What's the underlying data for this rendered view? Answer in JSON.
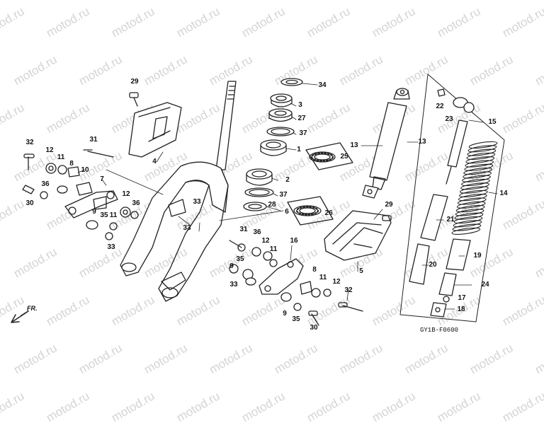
{
  "watermark": "motod.ru",
  "diagram_code": "GY1B-F0600",
  "front_marker": "FR.",
  "callouts": [
    {
      "id": "c-34",
      "text": "34"
    },
    {
      "id": "c-3",
      "text": "3"
    },
    {
      "id": "c-27",
      "text": "27"
    },
    {
      "id": "c-37a",
      "text": "37"
    },
    {
      "id": "c-1",
      "text": "1"
    },
    {
      "id": "c-25",
      "text": "25"
    },
    {
      "id": "c-2",
      "text": "2"
    },
    {
      "id": "c-37b",
      "text": "37"
    },
    {
      "id": "c-28",
      "text": "28"
    },
    {
      "id": "c-6",
      "text": "6"
    },
    {
      "id": "c-26",
      "text": "26"
    },
    {
      "id": "c-13a",
      "text": "13"
    },
    {
      "id": "c-13b",
      "text": "13"
    },
    {
      "id": "c-22",
      "text": "22"
    },
    {
      "id": "c-23",
      "text": "23"
    },
    {
      "id": "c-15",
      "text": "15"
    },
    {
      "id": "c-14",
      "text": "14"
    },
    {
      "id": "c-21",
      "text": "21"
    },
    {
      "id": "c-19",
      "text": "19"
    },
    {
      "id": "c-20",
      "text": "20"
    },
    {
      "id": "c-24",
      "text": "24"
    },
    {
      "id": "c-17",
      "text": "17"
    },
    {
      "id": "c-18",
      "text": "18"
    },
    {
      "id": "c-29a",
      "text": "29"
    },
    {
      "id": "c-4",
      "text": "4"
    },
    {
      "id": "c-32a",
      "text": "32"
    },
    {
      "id": "c-31a",
      "text": "31"
    },
    {
      "id": "c-12a",
      "text": "12"
    },
    {
      "id": "c-11a",
      "text": "11"
    },
    {
      "id": "c-8a",
      "text": "8"
    },
    {
      "id": "c-10",
      "text": "10"
    },
    {
      "id": "c-7",
      "text": "7"
    },
    {
      "id": "c-36a",
      "text": "36"
    },
    {
      "id": "c-30a",
      "text": "30"
    },
    {
      "id": "c-12b",
      "text": "12"
    },
    {
      "id": "c-36b",
      "text": "36"
    },
    {
      "id": "c-9a",
      "text": "9"
    },
    {
      "id": "c-35a",
      "text": "35"
    },
    {
      "id": "c-11b",
      "text": "11"
    },
    {
      "id": "c-33a",
      "text": "33"
    },
    {
      "id": "c-33b",
      "text": "33"
    },
    {
      "id": "c-33c",
      "text": "33"
    },
    {
      "id": "c-29b",
      "text": "29"
    },
    {
      "id": "c-5",
      "text": "5"
    },
    {
      "id": "c-31b",
      "text": "31"
    },
    {
      "id": "c-36c",
      "text": "36"
    },
    {
      "id": "c-12c",
      "text": "12"
    },
    {
      "id": "c-11c",
      "text": "11"
    },
    {
      "id": "c-16",
      "text": "16"
    },
    {
      "id": "c-35b",
      "text": "35"
    },
    {
      "id": "c-9b",
      "text": "9"
    },
    {
      "id": "c-33d",
      "text": "33"
    },
    {
      "id": "c-8b",
      "text": "8"
    },
    {
      "id": "c-11d",
      "text": "11"
    },
    {
      "id": "c-12d",
      "text": "12"
    },
    {
      "id": "c-32b",
      "text": "32"
    },
    {
      "id": "c-9c",
      "text": "9"
    },
    {
      "id": "c-35c",
      "text": "35"
    },
    {
      "id": "c-30b",
      "text": "30"
    }
  ]
}
